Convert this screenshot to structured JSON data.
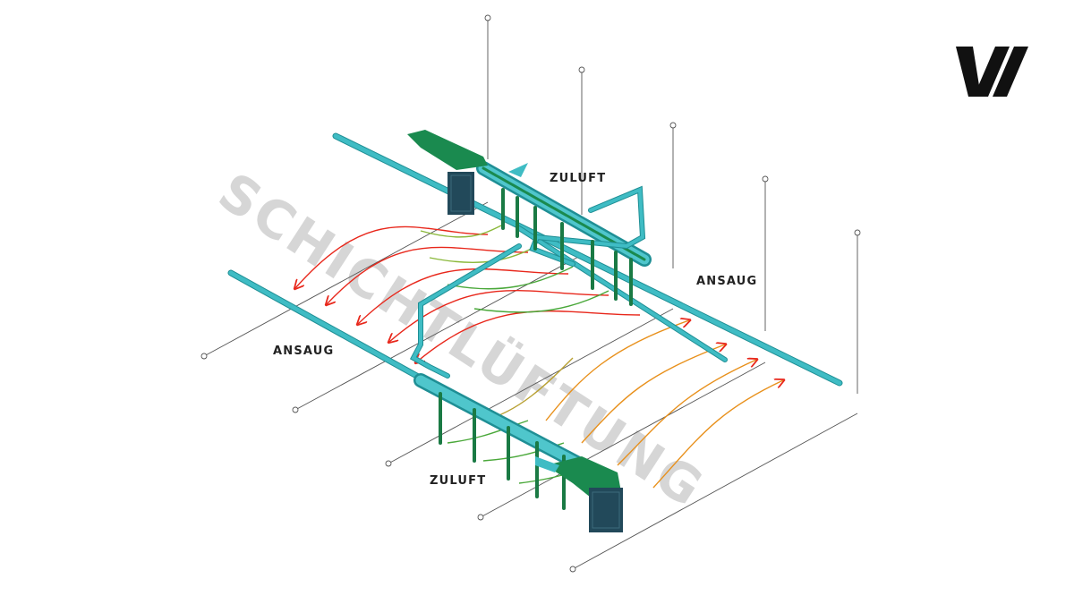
{
  "watermark": "SCHICHTLÜFTUNG",
  "labels": {
    "zuluft_top": "ZULUFT",
    "zuluft_bottom": "ZULUFT",
    "ansaug_right": "ANSAUG",
    "ansaug_left": "ANSAUG"
  },
  "grid_marker": "⊙",
  "logo_icon": "brand-slash-logo-icon",
  "colors": {
    "duct": "#3fbcc4",
    "duct_dark": "#1f8f95",
    "unit_green": "#1a8a4f",
    "unit_dark": "#22495a",
    "flow_hot": "#e8271b",
    "flow_warm": "#e8901b",
    "flow_cool": "#3aa33a",
    "grid": "#444444",
    "watermark": "#d6d6d6"
  }
}
